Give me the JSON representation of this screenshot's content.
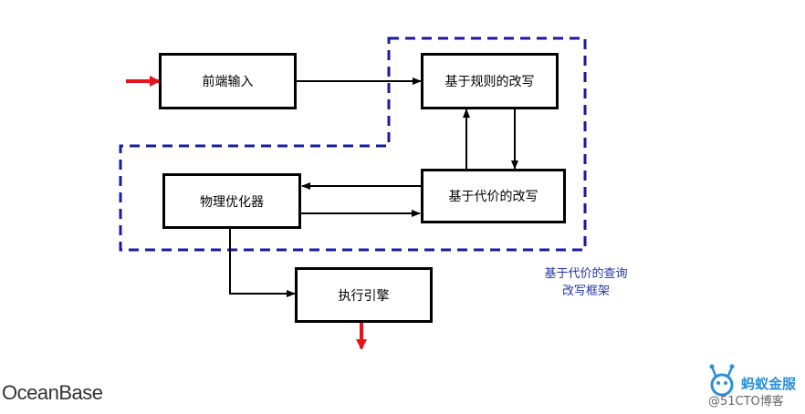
{
  "diagram": {
    "nodes": {
      "frontend_input": "前端输入",
      "rule_rewrite": "基于规则的改写",
      "cost_rewrite": "基于代价的改写",
      "physical_optimizer": "物理优化器",
      "execution_engine": "执行引擎"
    },
    "frame_label_line1": "基于代价的查询",
    "frame_label_line2": "改写框架",
    "colors": {
      "frame": "#1a1aa0",
      "input_arrow": "#e8141c",
      "output_arrow": "#e8141c",
      "frame_label": "#2233aa"
    }
  },
  "footer": {
    "brand_left": "OceanBase",
    "brand_right": "蚂蚁金服",
    "watermark": "@51CTO博客",
    "logo_icon": "ant-logo-icon"
  }
}
